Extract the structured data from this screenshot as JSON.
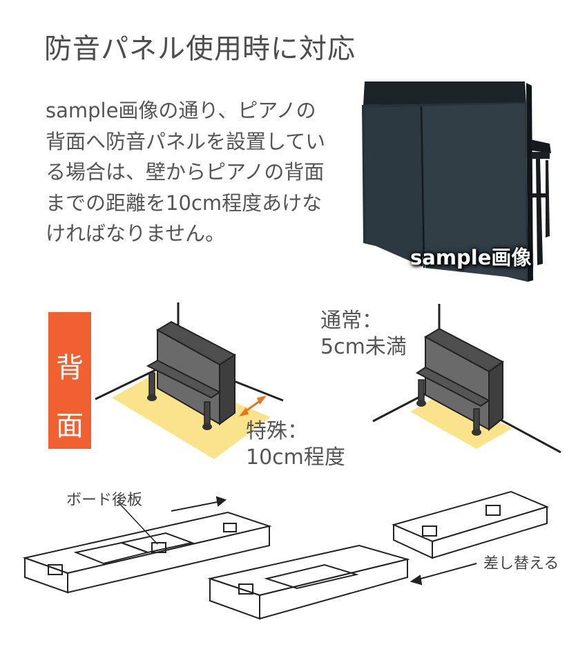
{
  "title": "防音パネル使用時に対応",
  "body_text": "sample画像の通り、ピアノの背面へ防音パネルを設置している場合は、壁からピアノの背面までの距離を10cm程度あけなければなりません。",
  "photo_caption": "sample画像",
  "badge": {
    "char1": "背",
    "char2": "面"
  },
  "special": {
    "line1": "特殊：",
    "line2": "10cm程度"
  },
  "normal": {
    "line1": "通常：",
    "line2": "5cm未満"
  },
  "board_label": "ボード後板",
  "swap_label": "差し替える",
  "colors": {
    "accent": "#f06031",
    "floor": "#fbe38c",
    "arrow": "#e8771c",
    "piano": "#5d5d5d"
  }
}
